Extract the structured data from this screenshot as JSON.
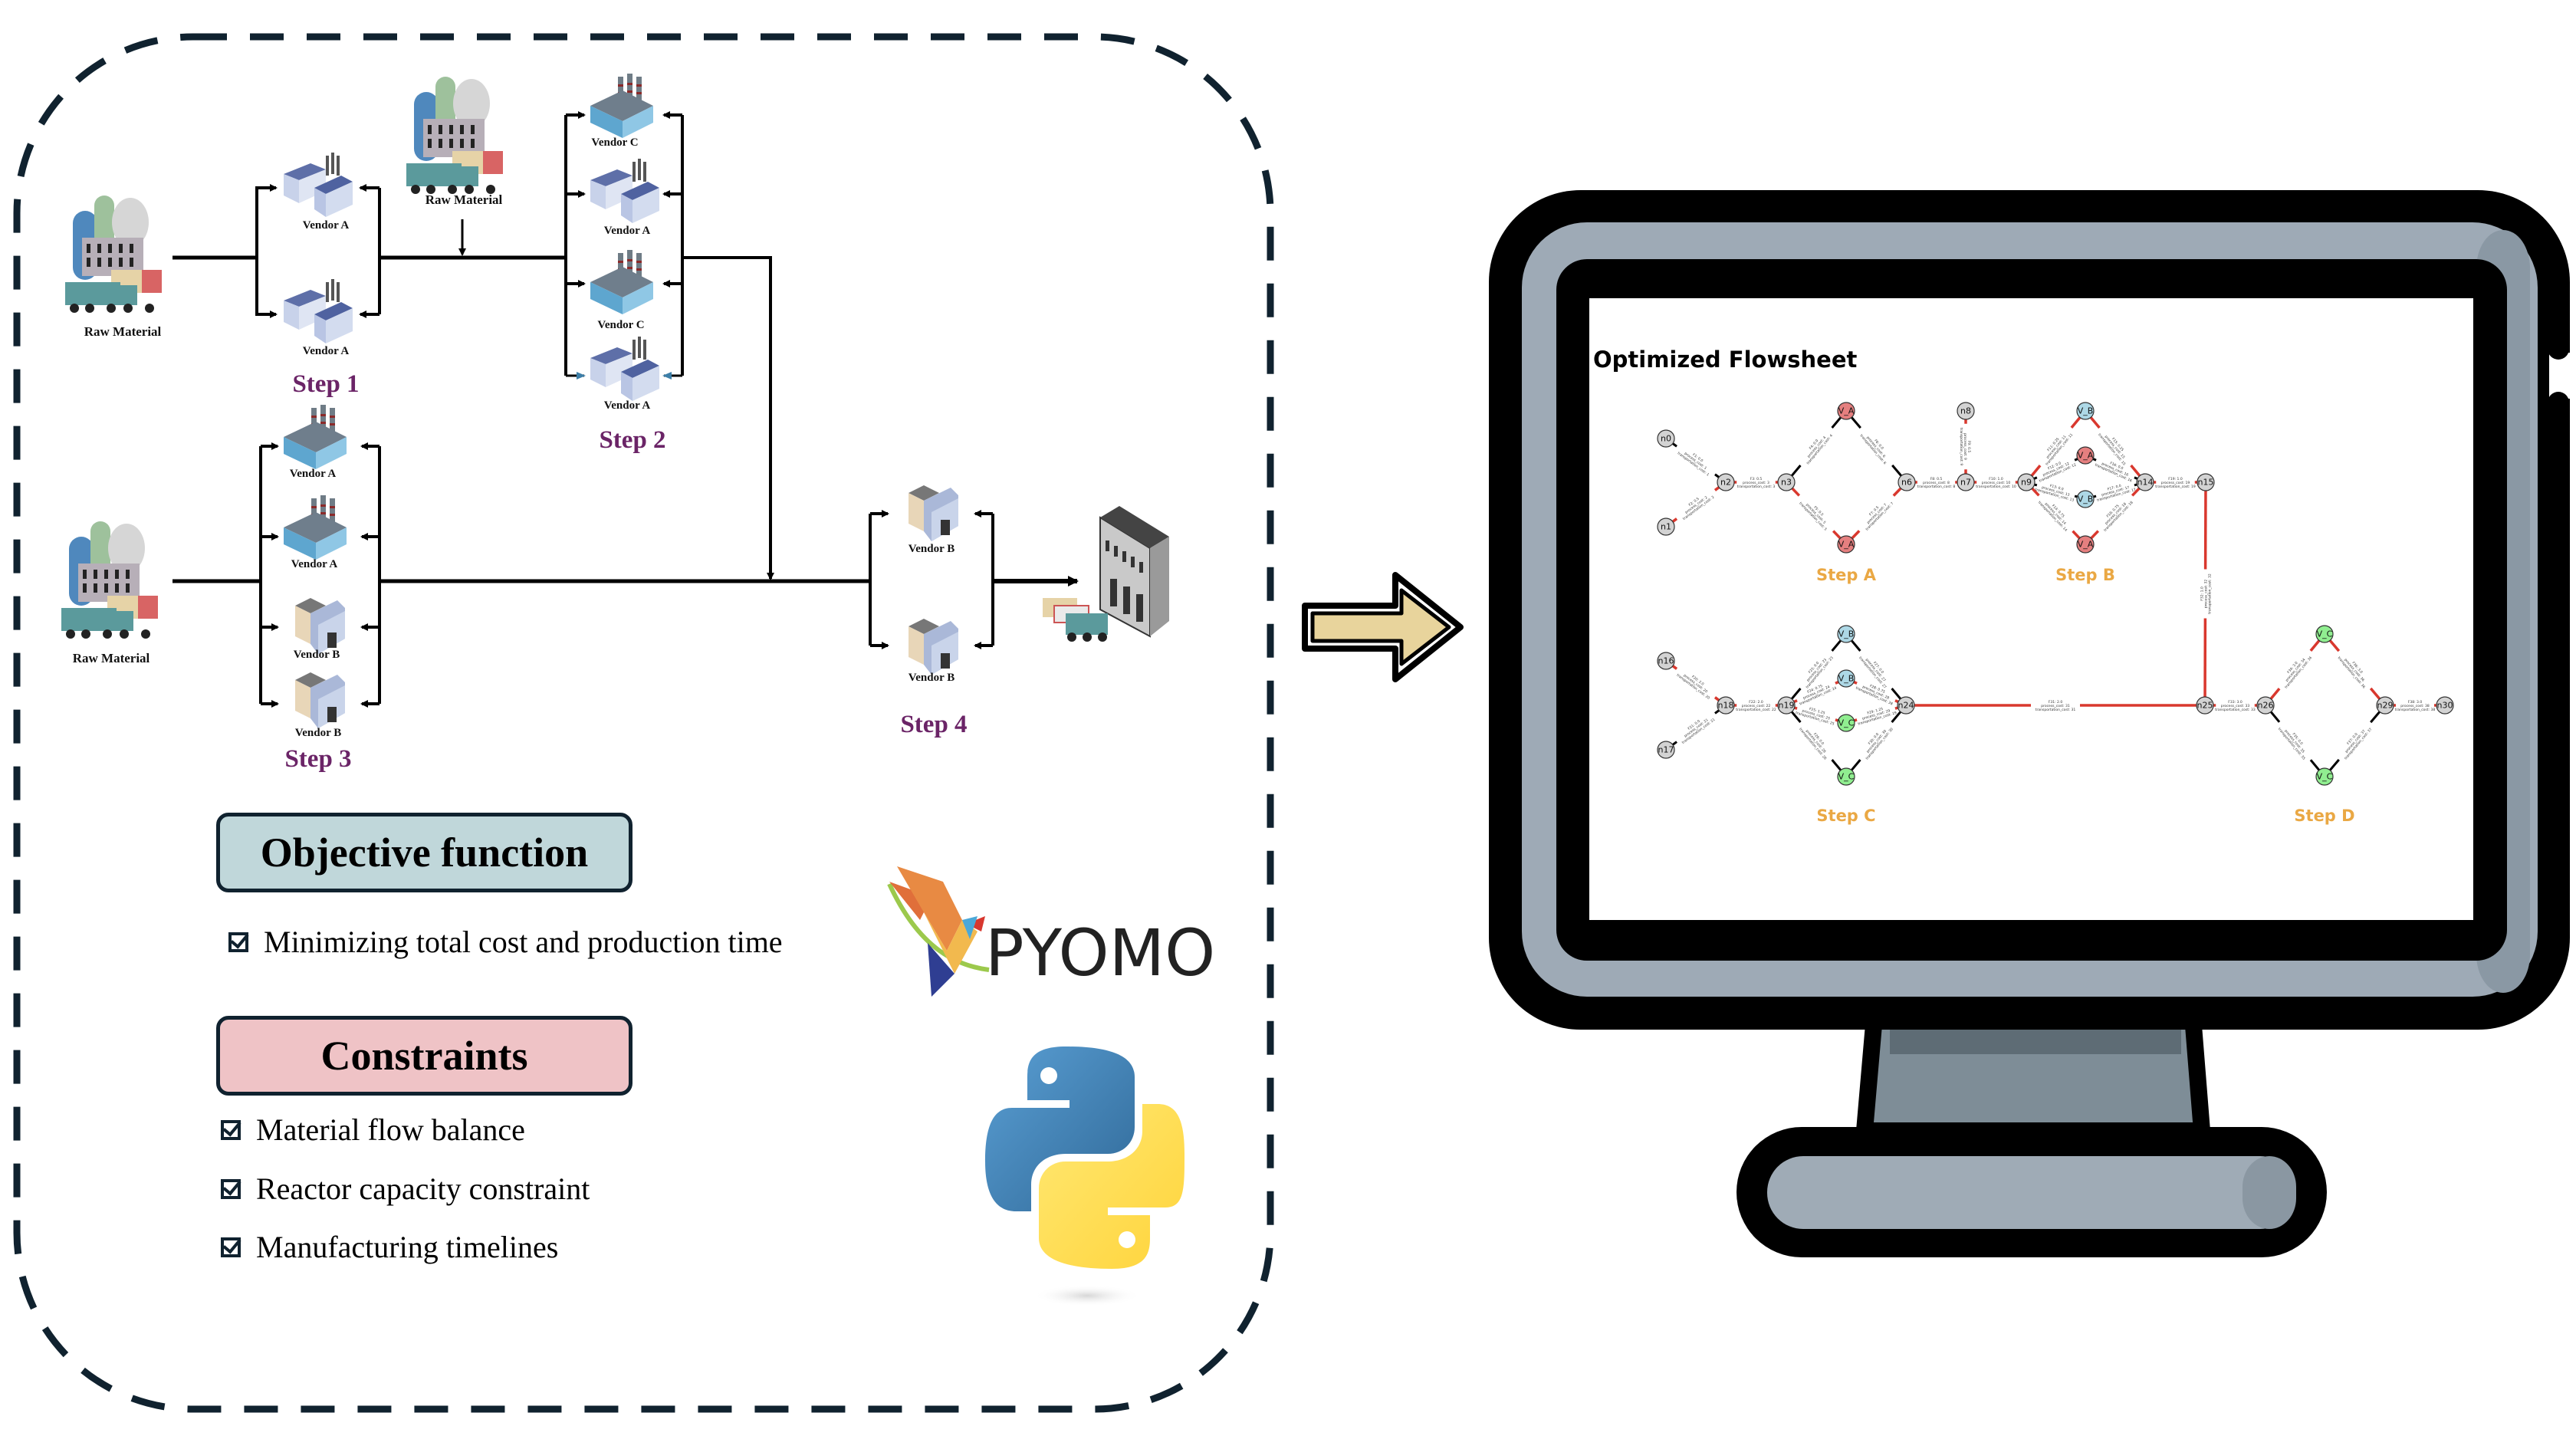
{
  "left_panel": {
    "supply_chain": {
      "raw_materials": [
        {
          "id": "raw-1",
          "label": "Raw Material"
        },
        {
          "id": "raw-2",
          "label": "Raw Material"
        },
        {
          "id": "raw-3",
          "label": "Raw Material"
        }
      ],
      "steps": [
        {
          "label": "Step 1",
          "vendors": [
            "Vendor A",
            "Vendor A"
          ]
        },
        {
          "label": "Step 2",
          "vendors": [
            "Vendor C",
            "Vendor A",
            "Vendor C",
            "Vendor A"
          ]
        },
        {
          "label": "Step 3",
          "vendors": [
            "Vendor A",
            "Vendor A",
            "Vendor B",
            "Vendor B"
          ]
        },
        {
          "label": "Step 4",
          "vendors": [
            "Vendor B",
            "Vendor B"
          ]
        }
      ],
      "destination": "warehouse"
    },
    "objective": {
      "title": "Objective function",
      "items": [
        "Minimizing total cost and production time"
      ]
    },
    "constraints": {
      "title": "Constraints",
      "items": [
        "Material flow balance",
        "Reactor capacity constraint",
        "Manufacturing timelines"
      ]
    },
    "logos": {
      "pyomo": "PYOMO",
      "python": "python-logo"
    }
  },
  "arrow": {
    "icon": "right-arrow-icon",
    "color": "#e8d49c"
  },
  "monitor": {
    "screen": {
      "title": "Optimized Flowsheet",
      "step_labels": [
        "Step A",
        "Step B",
        "Step C",
        "Step D"
      ],
      "colors": {
        "selected_edge": "#d9382e",
        "unselected_edge": "#000000",
        "node_default": "#d3d3d3",
        "vendor_A": "#e57f7f",
        "vendor_B": "#add8e6",
        "vendor_C": "#90ee90",
        "step_label": "#eaa844"
      },
      "nodes": [
        {
          "id": "n0",
          "label": "n0",
          "type": "default"
        },
        {
          "id": "n1",
          "label": "n1",
          "type": "default"
        },
        {
          "id": "n2",
          "label": "n2",
          "type": "default"
        },
        {
          "id": "n3",
          "label": "n3",
          "type": "default"
        },
        {
          "id": "a_top",
          "label": "V_A",
          "type": "vendor_A"
        },
        {
          "id": "a_bot",
          "label": "V_A",
          "type": "vendor_A"
        },
        {
          "id": "n6",
          "label": "n6",
          "type": "default"
        },
        {
          "id": "n7",
          "label": "n7",
          "type": "default"
        },
        {
          "id": "n8",
          "label": "n8",
          "type": "default"
        },
        {
          "id": "n9",
          "label": "n9",
          "type": "default"
        },
        {
          "id": "b_top",
          "label": "V_B",
          "type": "vendor_B"
        },
        {
          "id": "b_m1",
          "label": "V_A",
          "type": "vendor_A"
        },
        {
          "id": "b_m2",
          "label": "V_B",
          "type": "vendor_B"
        },
        {
          "id": "b_bot",
          "label": "V_A",
          "type": "vendor_A"
        },
        {
          "id": "n14",
          "label": "n14",
          "type": "default"
        },
        {
          "id": "n15",
          "label": "n15",
          "type": "default"
        },
        {
          "id": "n16",
          "label": "n16",
          "type": "default"
        },
        {
          "id": "n17",
          "label": "n17",
          "type": "default"
        },
        {
          "id": "n18",
          "label": "n18",
          "type": "default"
        },
        {
          "id": "n19",
          "label": "n19",
          "type": "default"
        },
        {
          "id": "c_top",
          "label": "V_B",
          "type": "vendor_B"
        },
        {
          "id": "c_m1",
          "label": "V_B",
          "type": "vendor_B"
        },
        {
          "id": "c_m2",
          "label": "V_C",
          "type": "vendor_C"
        },
        {
          "id": "c_bot",
          "label": "V_C",
          "type": "vendor_C"
        },
        {
          "id": "n24",
          "label": "n24",
          "type": "default"
        },
        {
          "id": "n25",
          "label": "n25",
          "type": "default"
        },
        {
          "id": "n26",
          "label": "n26",
          "type": "default"
        },
        {
          "id": "d_top",
          "label": "V_C",
          "type": "vendor_C"
        },
        {
          "id": "d_bot",
          "label": "V_C",
          "type": "vendor_C"
        },
        {
          "id": "n29",
          "label": "n29",
          "type": "default"
        },
        {
          "id": "n30",
          "label": "n30",
          "type": "default"
        }
      ],
      "edges": [
        {
          "from": "n0",
          "to": "n2",
          "flow": "F1: 0.0",
          "selected": false
        },
        {
          "from": "n1",
          "to": "n2",
          "flow": "F2: 0.5",
          "selected": true
        },
        {
          "from": "n2",
          "to": "n3",
          "flow": "F3: 0.5",
          "selected": true
        },
        {
          "from": "n3",
          "to": "a_top",
          "flow": "F4: 0.0",
          "selected": false
        },
        {
          "from": "n3",
          "to": "a_bot",
          "flow": "F5: 0.5",
          "selected": true
        },
        {
          "from": "a_top",
          "to": "n6",
          "flow": "F6: 0.0",
          "selected": false
        },
        {
          "from": "a_bot",
          "to": "n6",
          "flow": "F7: 0.5",
          "selected": true
        },
        {
          "from": "n6",
          "to": "n7",
          "flow": "F8: 0.5",
          "selected": true
        },
        {
          "from": "n8",
          "to": "n7",
          "flow": "F9: 0.5",
          "selected": true
        },
        {
          "from": "n7",
          "to": "n9",
          "flow": "F10: 1.0",
          "selected": true
        },
        {
          "from": "n9",
          "to": "b_top",
          "flow": "F11: 0.25",
          "selected": true
        },
        {
          "from": "n9",
          "to": "b_m1",
          "flow": "F12: 0.0",
          "selected": false
        },
        {
          "from": "n9",
          "to": "b_m2",
          "flow": "F13: 0.0",
          "selected": false
        },
        {
          "from": "n9",
          "to": "b_bot",
          "flow": "F14: 0.75",
          "selected": true
        },
        {
          "from": "b_top",
          "to": "n14",
          "flow": "F15: 0.25",
          "selected": true
        },
        {
          "from": "b_m1",
          "to": "n14",
          "flow": "F16: 0.0",
          "selected": false
        },
        {
          "from": "b_m2",
          "to": "n14",
          "flow": "F17: 0.0",
          "selected": false
        },
        {
          "from": "b_bot",
          "to": "n14",
          "flow": "F18: 0.75",
          "selected": true
        },
        {
          "from": "n14",
          "to": "n15",
          "flow": "F19: 1.0",
          "selected": true
        },
        {
          "from": "n15",
          "to": "n25",
          "flow": "F32: 1.0",
          "selected": true
        },
        {
          "from": "n16",
          "to": "n18",
          "flow": "F20: 2.0",
          "selected": true
        },
        {
          "from": "n17",
          "to": "n18",
          "flow": "F21: 0.0",
          "selected": false
        },
        {
          "from": "n18",
          "to": "n19",
          "flow": "F22: 2.0",
          "selected": true
        },
        {
          "from": "n19",
          "to": "c_top",
          "flow": "F23: 0.0",
          "selected": false
        },
        {
          "from": "n19",
          "to": "c_m1",
          "flow": "F24: 0.75",
          "selected": true
        },
        {
          "from": "n19",
          "to": "c_m2",
          "flow": "F25: 1.25",
          "selected": true
        },
        {
          "from": "n19",
          "to": "c_bot",
          "flow": "F26: 0.0",
          "selected": false
        },
        {
          "from": "c_top",
          "to": "n24",
          "flow": "F27: 0.0",
          "selected": false
        },
        {
          "from": "c_m1",
          "to": "n24",
          "flow": "F28: 0.75",
          "selected": true
        },
        {
          "from": "c_m2",
          "to": "n24",
          "flow": "F29: 1.25",
          "selected": true
        },
        {
          "from": "c_bot",
          "to": "n24",
          "flow": "F30: 0.0",
          "selected": false
        },
        {
          "from": "n24",
          "to": "n25",
          "flow": "F31: 2.0",
          "selected": true
        },
        {
          "from": "n25",
          "to": "n26",
          "flow": "F33: 3.0",
          "selected": true
        },
        {
          "from": "n26",
          "to": "d_top",
          "flow": "F34: 3.0",
          "selected": true
        },
        {
          "from": "n26",
          "to": "d_bot",
          "flow": "F35: 0.0",
          "selected": false
        },
        {
          "from": "d_top",
          "to": "n29",
          "flow": "F36: 3.0",
          "selected": true
        },
        {
          "from": "d_bot",
          "to": "n29",
          "flow": "F37: 0.0",
          "selected": false
        },
        {
          "from": "n29",
          "to": "n30",
          "flow": "F38: 3.0",
          "selected": true
        }
      ]
    }
  }
}
